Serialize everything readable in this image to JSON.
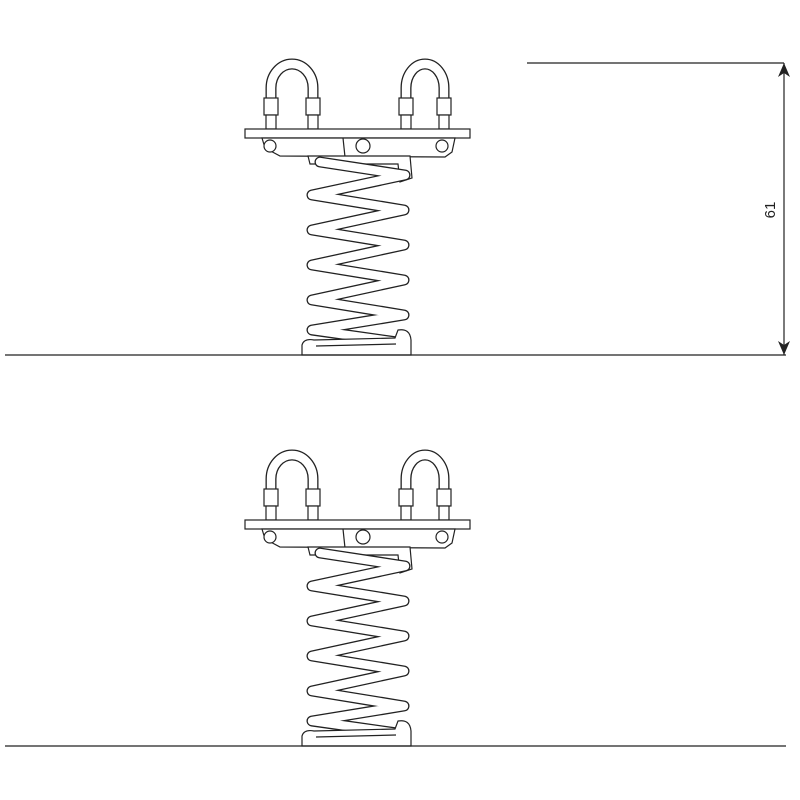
{
  "drawing": {
    "views": [
      "front-view",
      "side-view"
    ],
    "dimension": {
      "label": "61"
    }
  }
}
